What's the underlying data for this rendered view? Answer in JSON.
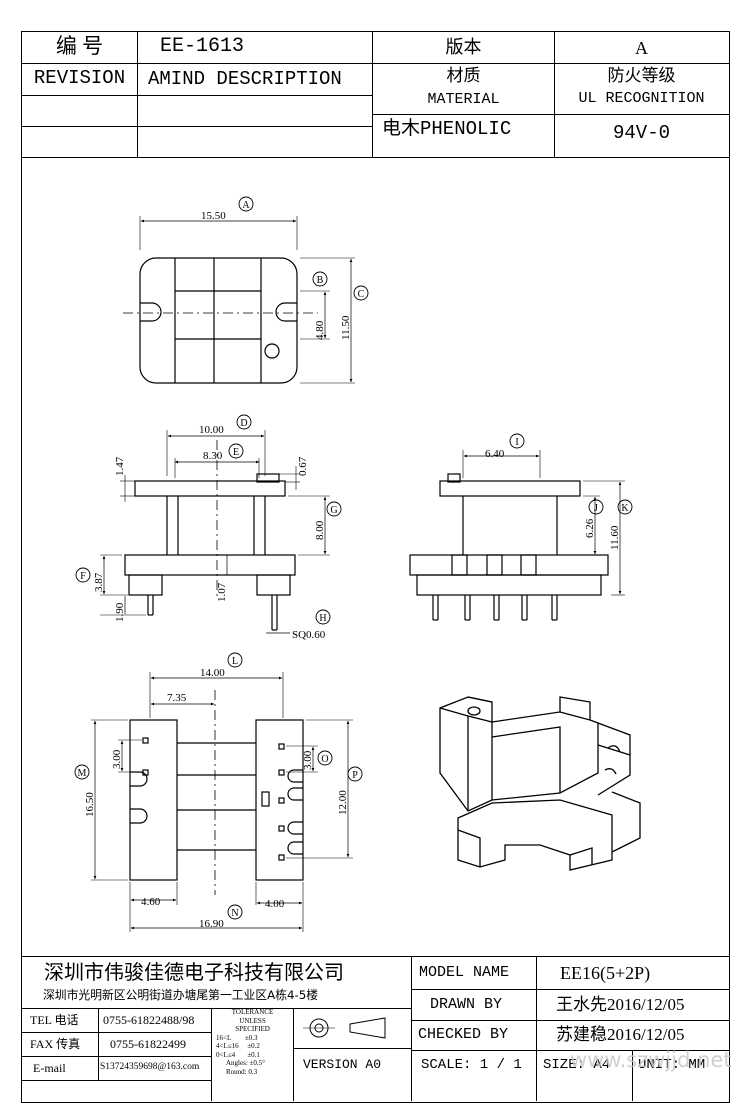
{
  "header": {
    "code_label": "编  号",
    "part_number": "EE-1613",
    "version_label": "版本",
    "version_value": "A",
    "revision_label": "REVISION",
    "amend_description_label": "AMIND DESCRIPTION",
    "material_label_cn": "材质",
    "material_label_en": "MATERIAL",
    "ul_label_cn": "防火等级",
    "ul_label_en": "UL RECOGNITION",
    "material_value": "电木PHENOLIC",
    "ul_value": "94V-0"
  },
  "dimensions": {
    "A": "15.50",
    "B": "4.80",
    "C": "11.50",
    "D": "10.00",
    "E": "8.30",
    "F": "3.87",
    "G": "8.00",
    "H": "SQ0.60",
    "I": "6.40",
    "J": "6.26",
    "K": "11.60",
    "L": "14.00",
    "M": "16.50",
    "N": "16.90",
    "O": "3.00",
    "P": "12.00",
    "d147": "1.47",
    "d067": "0.67",
    "d107": "1.07",
    "d190": "1.90",
    "d735": "7.35",
    "d300": "3.00",
    "d460": "4.60",
    "d400": "4.00"
  },
  "callouts": {
    "A": "A",
    "B": "B",
    "C": "C",
    "D": "D",
    "E": "E",
    "F": "F",
    "G": "G",
    "H": "H",
    "I": "I",
    "J": "J",
    "K": "K",
    "L": "L",
    "M": "M",
    "N": "N",
    "O": "O",
    "P": "P"
  },
  "title_block": {
    "company_name": "深圳市伟骏佳德电子科技有限公司",
    "company_address": "深圳市光明新区公明街道办塘尾第一工业区A栋4-5楼",
    "tel_label": "TEL 电话",
    "tel_value": "0755-61822488/98",
    "fax_label": "FAX 传真",
    "fax_value": "0755-61822499",
    "email_label": "E-mail",
    "email_value": "S13724359698@163.com",
    "tolerance": {
      "title": "TOLERANCE",
      "unless": "UNLESS",
      "specified": "SPECIFIED",
      "row1": "16<L        ±0.3",
      "row2": "4<L≤16     ±0.2",
      "row3": "0<L≤4       ±0.1",
      "angles": "Angles: ±0.5°",
      "round": "Round: 0.3"
    },
    "version_label": "VERSION A0",
    "model_name_label": "MODEL NAME",
    "model_name_value": "EE16(5+2P)",
    "drawn_by_label": "DRAWN BY",
    "drawn_by_value": "王水先2016/12/05",
    "checked_by_label": "CHECKED BY",
    "checked_by_value": "苏建稳2016/12/05",
    "scale_label": "SCALE: 1 / 1",
    "size_label": "SIZE: A4",
    "unit_label": "UNIT: MM",
    "watermark": "www.szwjjd.net"
  }
}
